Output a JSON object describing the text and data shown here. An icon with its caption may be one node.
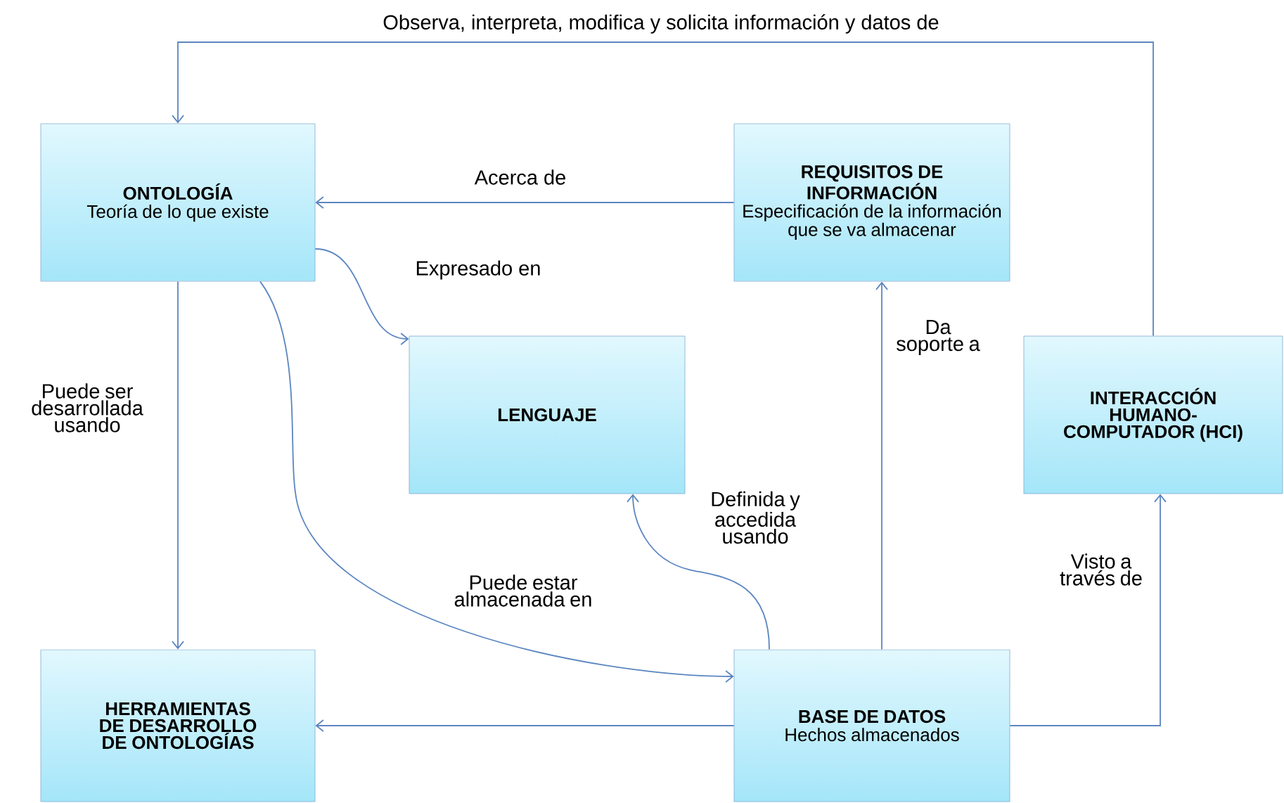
{
  "diagram": {
    "nodes": [
      {
        "text": [
          "ONTOLOGÍA",
          "Teoría de lo que existe"
        ]
      },
      {
        "text": [
          "REQUISITOS DE INFORMACIÓN",
          "Especificación de la información que se va almacenar"
        ]
      },
      {
        "text": [
          "LENGUAJE"
        ]
      },
      {
        "text": [
          "INTERACCIÓN HUMANO-COMPUTADOR (HCI)"
        ]
      },
      {
        "text": [
          "HERRAMIENTAS DE DESARROLLO DE ONTOLOGÍAS"
        ]
      },
      {
        "text": [
          "BASE DE DATOS",
          "Hechos almacenados"
        ]
      }
    ],
    "edges": [
      {
        "from": 3,
        "to": 0,
        "arrow": "to",
        "label": "Observa, interpreta, modifica y solicita información y datos de"
      },
      {
        "from": 1,
        "to": 0,
        "arrow": "to",
        "label": "Acerca de"
      },
      {
        "from": 0,
        "to": 2,
        "arrow": "to",
        "label": "Expresado en"
      },
      {
        "from": 0,
        "to": 4,
        "arrow": "to",
        "label": "Puede ser desarrollada usando"
      },
      {
        "from": 0,
        "to": 5,
        "arrow": "to",
        "label": "Puede estar almacenada en"
      },
      {
        "from": 5,
        "to": 2,
        "arrow": "to",
        "label": "Definida y accedida usando"
      },
      {
        "from": 5,
        "to": 1,
        "arrow": "to",
        "label": "Da soporte a"
      },
      {
        "from": 5,
        "to": 3,
        "arrow": "to",
        "label": "Visto a través de"
      },
      {
        "from": 5,
        "to": 4,
        "arrow": "to"
      }
    ]
  }
}
